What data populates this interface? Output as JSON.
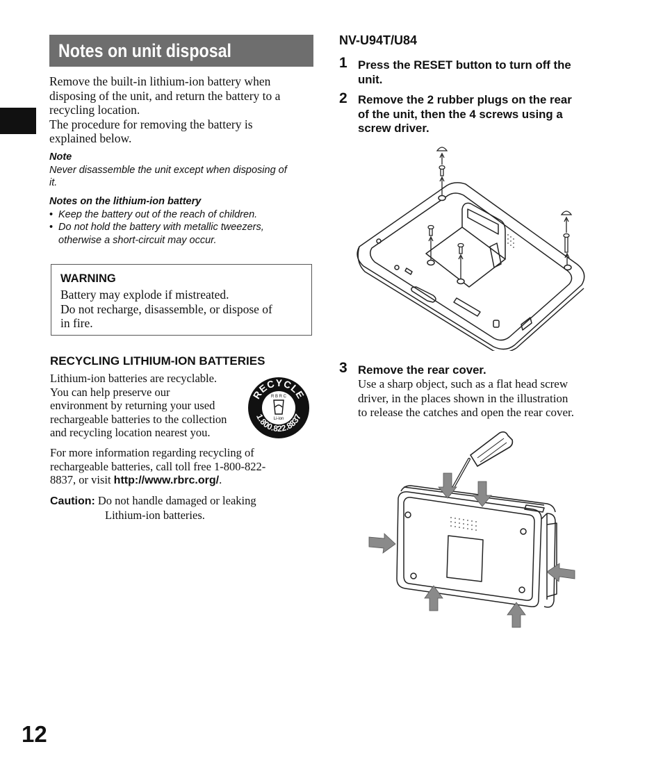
{
  "header": {
    "title": "Notes on unit disposal"
  },
  "intro": {
    "lines": [
      "Remove the built-in lithium-ion battery when",
      "disposing of the unit, and return the battery to a",
      "recycling location.",
      "The procedure for removing the battery is",
      "explained below."
    ]
  },
  "note": {
    "heading": "Note",
    "lines": [
      "Never disassemble the unit except when disposing of",
      "it."
    ]
  },
  "battery_notes": {
    "heading": "Notes on the lithium-ion battery",
    "bullet": "•",
    "items": [
      [
        "Keep the battery out of the reach of children."
      ],
      [
        "Do not hold the battery with metallic tweezers,",
        "otherwise a short-circuit may occur."
      ]
    ]
  },
  "warning": {
    "heading": "WARNING",
    "lines": [
      "Battery may explode if mistreated.",
      "Do not recharge, disassemble, or dispose of",
      "in fire."
    ]
  },
  "recycling": {
    "heading": "RECYCLING LITHIUM-ION BATTERIES",
    "lines": [
      "Lithium-ion batteries are recyclable.",
      "You can help preserve our",
      "environment by returning your used",
      "rechargeable batteries to the collection",
      "and recycling location nearest you."
    ],
    "more_info_lines": [
      "For more information regarding recycling of",
      "rechargeable batteries, call toll free 1-800-822-",
      "8837, or visit "
    ],
    "url": "http://www.rbrc.org/",
    "url_suffix": ".",
    "logo": {
      "top_text": "RECYCLE",
      "org": "R B R C",
      "chem": "Li-ion",
      "phone": "1.800.822.8837"
    }
  },
  "caution": {
    "label": "Caution:",
    "line1": "Do not handle damaged or leaking",
    "line2": "Lithium-ion batteries."
  },
  "model": {
    "heading": "NV-U94T/U84"
  },
  "steps": [
    {
      "num": "1",
      "lines": [
        "Press the RESET button to turn off the",
        "unit."
      ]
    },
    {
      "num": "2",
      "lines": [
        "Remove the 2 rubber plugs on the rear",
        "of the unit, then the 4 screws using a",
        "screw driver."
      ]
    },
    {
      "num": "3",
      "lines": [
        "Remove the rear cover."
      ],
      "detail_lines": [
        "Use a sharp object, such as a flat head screw",
        "driver, in the places shown in the illustration",
        "to release the catches and open the rear cover."
      ]
    }
  ],
  "colors": {
    "title_bg": "#6e6e6e",
    "arrow": "#8a8a8a",
    "side_tab": "#111111"
  },
  "page": {
    "number": "12"
  }
}
